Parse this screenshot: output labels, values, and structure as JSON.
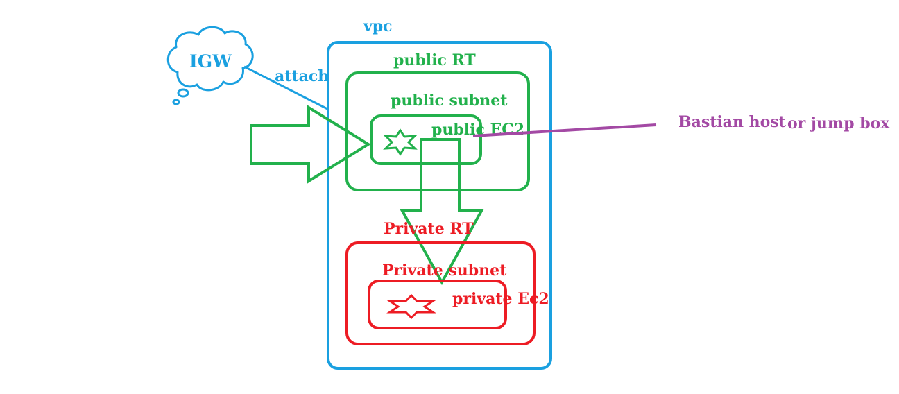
{
  "colors": {
    "vpc": "#1aa0e0",
    "public": "#22b14c",
    "private": "#ed1c24",
    "bastion": "#a349a4",
    "background": "#ffffff"
  },
  "labels": {
    "igw": "IGW",
    "attach": "attach",
    "vpc": "vpc",
    "public_rt": "public RT",
    "public_subnet": "public subnet",
    "public_ec2": "public EC2",
    "private_rt": "Private RT",
    "private_subnet": "Private subnet",
    "private_ec2": "private Ec2",
    "bastion": "Bastian host",
    "jump_box": "or jump box"
  },
  "icons": {
    "igw": "cloud-icon",
    "public_instance": "star-of-david-icon",
    "private_instance": "star-of-david-icon",
    "traffic_in": "arrow-right-icon",
    "traffic_down": "arrow-down-icon"
  }
}
